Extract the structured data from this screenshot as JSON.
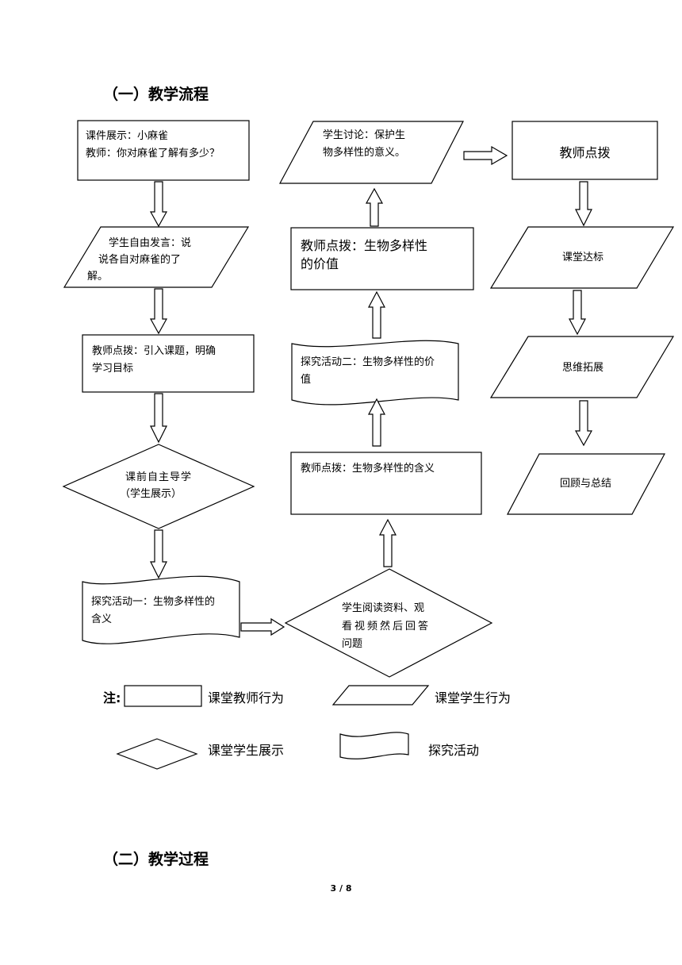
{
  "section_titles": {
    "flow": "（一）教学流程",
    "process": "（二）教学过程"
  },
  "flow": {
    "n1": [
      "课件展示：小麻雀",
      "教师：你对麻雀了解有多少？"
    ],
    "n2": [
      "学生自由发言：说",
      "说各自对麻雀的了",
      "解。"
    ],
    "n3": [
      "教师点拨：引入课题，明确",
      "学习目标"
    ],
    "n4": [
      "课前自主导学",
      "（学生展示）"
    ],
    "n5": [
      "探究活动一：生物多样性的",
      "含义"
    ],
    "n6": [
      "学生阅读资料、观",
      "看视频然后回答",
      "问题"
    ],
    "n7": "教师点拨：生物多样性的含义",
    "n8": [
      "探究活动二：生物多样性的价",
      "值"
    ],
    "n9": [
      "教师点拨：生物多样性",
      "的价值"
    ],
    "n10": [
      "学生讨论：保护生",
      "物多样性的意义。"
    ],
    "n11": "教师点拨",
    "n12": "课堂达标",
    "n13": "思维拓展",
    "n14": "回顾与总结"
  },
  "legend": {
    "note": "注:",
    "teacher": "课堂教师行为",
    "student": "课堂学生行为",
    "display": "课堂学生展示",
    "activity": "探究活动"
  },
  "page_number": "3 / 8"
}
